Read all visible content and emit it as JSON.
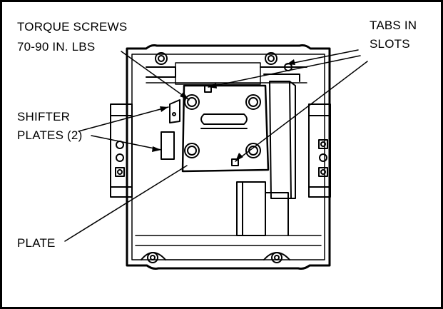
{
  "diagram": {
    "labels": {
      "torque_line1": "TORQUE SCREWS",
      "torque_line2": "70-90 IN. LBS",
      "tabs_line1": "TABS IN",
      "tabs_line2": "SLOTS",
      "shifter_line1": "SHIFTER",
      "shifter_line2": "PLATES (2)",
      "plate": "PLATE"
    },
    "colors": {
      "ink": "#000000",
      "paper": "#ffffff"
    }
  }
}
